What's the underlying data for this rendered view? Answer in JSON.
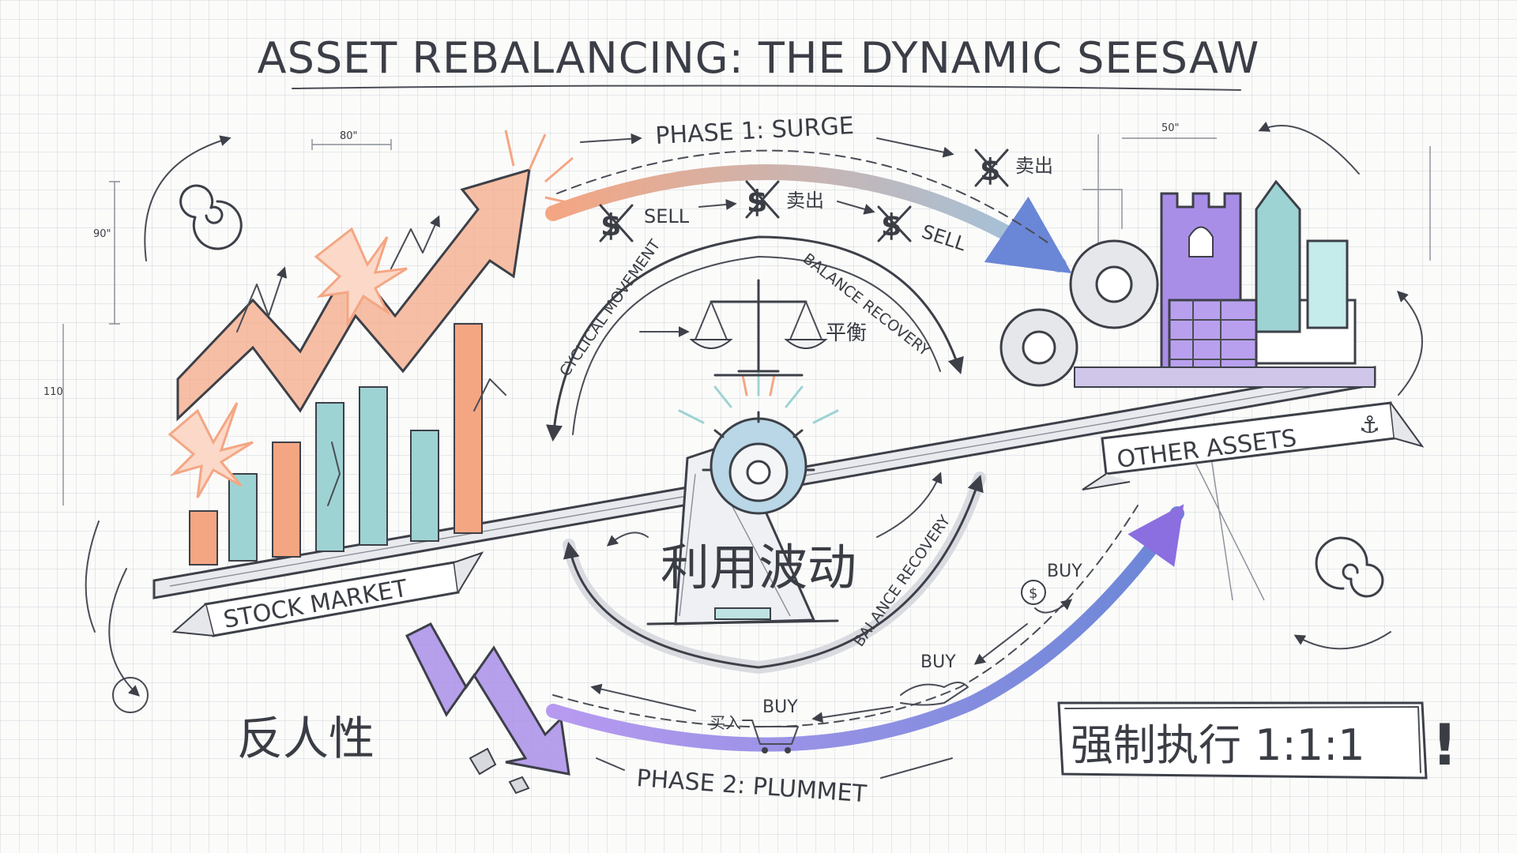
{
  "title": "ASSET REBALANCING: THE DYNAMIC SEESAW",
  "left_label": "STOCK MARKET",
  "right_label": "OTHER ASSETS",
  "anchor_glyph": "⚓",
  "phase1": "PHASE 1: SURGE",
  "phase2": "PHASE 2: PLUMMET",
  "sell_steps": [
    "SELL",
    "卖出",
    "SELL",
    "卖出"
  ],
  "buy_steps": [
    "BUY",
    "BUY",
    "BUY"
  ],
  "buy_cn": "买入",
  "cyclical": "CYCLICAL MOVEMENT",
  "balance_recovery_top": "BALANCE RECOVERY",
  "balance_recovery_bottom": "BALANCE RECOVERY",
  "balance_cn": "平衡",
  "fulcrum_cn": "利用波动",
  "contrarian_cn": "反人性",
  "enforce_cn": "强制执行 1:1:1",
  "enforce_mark": "!",
  "dim_labels": [
    "80\"",
    "50\"",
    "90\"",
    "110"
  ],
  "colors": {
    "orange": "#f4a683",
    "teal": "#9ed3d3",
    "purple": "#a98ee8",
    "ink": "#3d4048",
    "blue": "#5f7fe0"
  }
}
